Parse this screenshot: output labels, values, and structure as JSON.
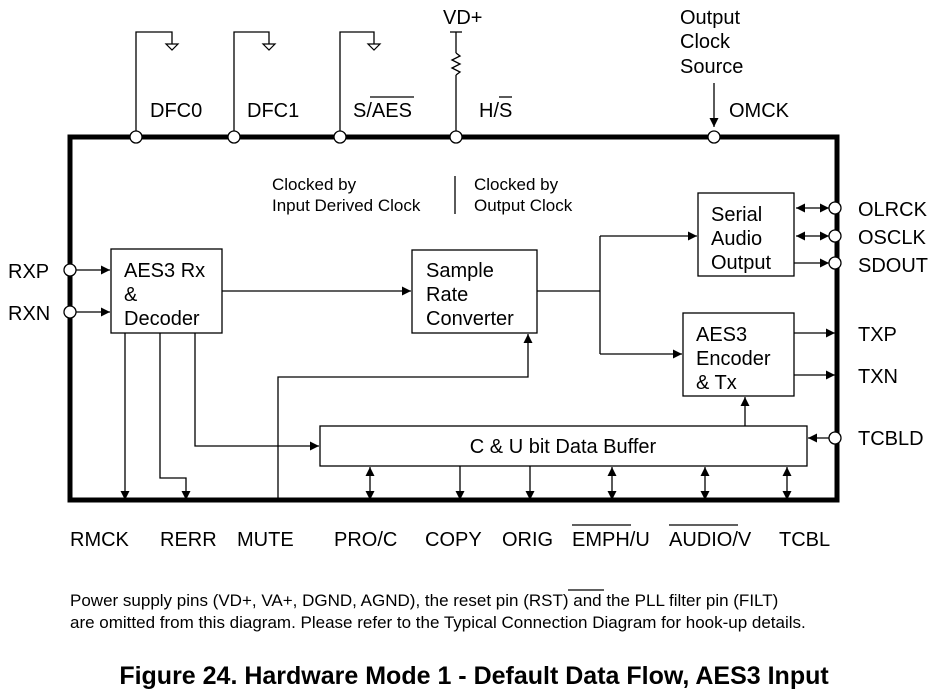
{
  "diagram": {
    "top_pins": {
      "dfc0": "DFC0",
      "dfc1": "DFC1",
      "s_aes_prefix": "S/",
      "s_aes_overline": "AES",
      "h_s_prefix": "H/",
      "h_s_overline": "S",
      "vd_plus": "VD+",
      "omck": "OMCK"
    },
    "output_clock_source": [
      "Output",
      "Clock",
      "Source"
    ],
    "clock_domains": {
      "input": [
        "Clocked by",
        "Input Derived Clock"
      ],
      "output": [
        "Clocked by",
        "Output Clock"
      ]
    },
    "left_pins": {
      "rxp": "RXP",
      "rxn": "RXN"
    },
    "right_pins": {
      "olrck": "OLRCK",
      "osclk": "OSCLK",
      "sdout": "SDOUT",
      "txp": "TXP",
      "txn": "TXN",
      "tcbld": "TCBLD"
    },
    "blocks": {
      "aes3_rx": [
        "AES3 Rx",
        "&",
        "Decoder"
      ],
      "src": [
        "Sample",
        "Rate",
        "Converter"
      ],
      "serial_out": [
        "Serial",
        "Audio",
        "Output"
      ],
      "aes3_enc": [
        "AES3",
        "Encoder",
        "& Tx"
      ],
      "cu_buffer": "C & U bit Data Buffer"
    },
    "bottom_pins": {
      "rmck": "RMCK",
      "rerr": "RERR",
      "mute": "MUTE",
      "pro_c": "PRO/C",
      "copy": "COPY",
      "orig": "ORIG",
      "emph_overline": "EMPH",
      "emph_suffix": "/U",
      "audio_overline": "AUDIO",
      "audio_suffix": "/V",
      "tcbl": "TCBL"
    }
  },
  "footnote": {
    "line1_a": "Power supply pins (VD+, VA+, DGND, AGND), the reset pin (",
    "line1_rst": "RST",
    "line1_b": ") and the PLL filter pin (FILT)",
    "line2": "are omitted from this diagram. Please refer to the Typical Connection Diagram for hook-up details."
  },
  "caption": "Figure 24.  Hardware Mode 1 - Default Data Flow, AES3 Input"
}
